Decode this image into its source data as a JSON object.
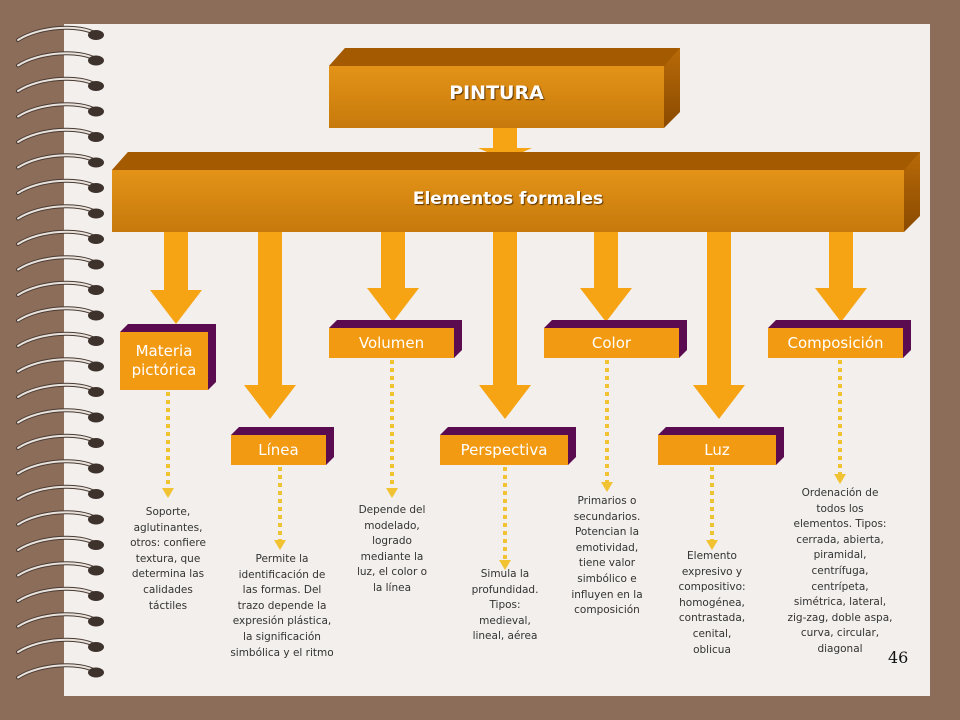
{
  "title": "PINTURA",
  "subtitle": "Elementos formales",
  "page_number": "46",
  "colors": {
    "box": "#f29a12",
    "shadow_purple": "#5b0b4f",
    "arrow": "#f7a414",
    "dashed": "#f1c232",
    "ribbon_front": "#d98712",
    "ribbon_top": "#a65c00"
  },
  "elements": [
    {
      "label": "Materia pictórica",
      "description": "Soporte, aglutinantes, otros: confiere textura, que determina las calidades táctiles"
    },
    {
      "label": "Línea",
      "description": "Permite la identificación de las formas. Del trazo depende la expresión plástica, la significación simbólica y el ritmo"
    },
    {
      "label": "Volumen",
      "description": "Depende del modelado, logrado mediante la luz, el color o la línea"
    },
    {
      "label": "Perspectiva",
      "description": "Simula la profundidad. Tipos: medieval, lineal, aérea"
    },
    {
      "label": "Color",
      "description": "Primarios o secundarios. Potencian la emotividad, tiene valor simbólico e influyen en la composición"
    },
    {
      "label": "Luz",
      "description": "Elemento expresivo y compositivo: homogénea, contrastada, cenital, oblicua"
    },
    {
      "label": "Composición",
      "description": "Ordenación de todos los elementos. Tipos: cerrada, abierta, piramidal, centrífuga, centrípeta, simétrica, lateral, zig-zag, doble aspa, curva, circular, diagonal"
    }
  ]
}
